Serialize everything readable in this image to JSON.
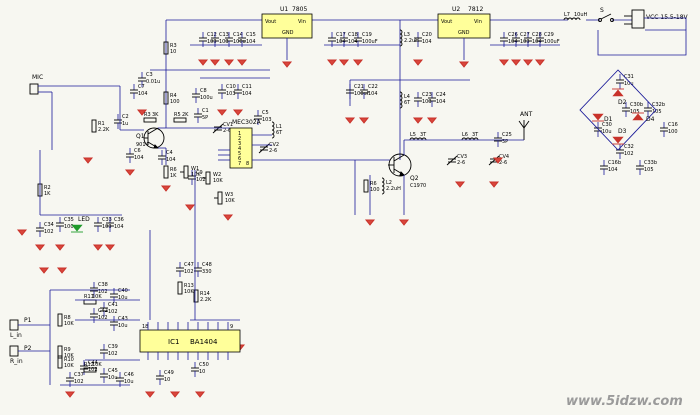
{
  "regulators": [
    {
      "ref": "U1",
      "part": "7805",
      "vout": "Vout",
      "vin": "Vin",
      "gnd": "GND"
    },
    {
      "ref": "U2",
      "part": "7812",
      "vout": "Vout",
      "vin": "Vin",
      "gnd": "GND"
    }
  ],
  "main_ics": {
    "ic1": {
      "ref": "IC1",
      "part": "BA1404",
      "pin_first": "18",
      "pin_last": "9"
    },
    "mic_ic": {
      "ref": "MEC302A",
      "pins": [
        "1",
        "2",
        "3",
        "4",
        "5",
        "6",
        "7",
        "8"
      ]
    }
  },
  "connectors": {
    "mic": "MIC",
    "ant": "ANT",
    "vcc": "VCC 15.5-18V",
    "p1": "P1",
    "p1_label": "L_in",
    "p2": "P2",
    "p2_label": "R_in",
    "switch": "S"
  },
  "transistors": [
    {
      "ref": "Q1",
      "part": "9014"
    },
    {
      "ref": "Q2",
      "part": "C1970"
    }
  ],
  "diodes": [
    "D1",
    "D2",
    "D3",
    "D4"
  ],
  "led": "LED",
  "resistors": [
    {
      "ref": "R3",
      "value": "10"
    },
    {
      "ref": "R4",
      "value": "100"
    },
    {
      "ref": "R5",
      "value": "2K"
    },
    {
      "ref": "R1",
      "value": "2.2K"
    },
    {
      "ref": "R3",
      "value": "3K"
    },
    {
      "ref": "R6",
      "value": "1K"
    },
    {
      "ref": "R2",
      "value": "1K"
    },
    {
      "ref": "R8",
      "value": "10K"
    },
    {
      "ref": "R13",
      "value": "10K"
    },
    {
      "ref": "R14",
      "value": "2.2K"
    },
    {
      "ref": "R9",
      "value": "10K"
    },
    {
      "ref": "R10",
      "value": "10K"
    },
    {
      "ref": "R11",
      "value": "10K"
    },
    {
      "ref": "R12",
      "value": "10K"
    },
    {
      "ref": "R6",
      "value": "100"
    }
  ],
  "inductors": [
    {
      "ref": "L7",
      "value": "10uH"
    },
    {
      "ref": "L3",
      "value": "2.2uH"
    },
    {
      "ref": "L4",
      "value": "6T"
    },
    {
      "ref": "L5",
      "value": "3T"
    },
    {
      "ref": "L6",
      "value": "3T"
    },
    {
      "ref": "L1",
      "value": "6T"
    },
    {
      "ref": "L2",
      "value": "2.2uH"
    }
  ],
  "trimmers": [
    {
      "ref": "CV1",
      "value": "2-6"
    },
    {
      "ref": "CV2",
      "value": "2-6"
    },
    {
      "ref": "CV3",
      "value": "2-6"
    },
    {
      "ref": "CV4",
      "value": "2-6"
    },
    {
      "ref": "W1",
      "value": "10K"
    },
    {
      "ref": "W2",
      "value": "10K"
    },
    {
      "ref": "W3",
      "value": "10K"
    }
  ],
  "capacitors": [
    {
      "ref": "C12",
      "value": "103"
    },
    {
      "ref": "C13",
      "value": "103"
    },
    {
      "ref": "C14",
      "value": "100u"
    },
    {
      "ref": "C15",
      "value": "104"
    },
    {
      "ref": "C17",
      "value": "104"
    },
    {
      "ref": "C18",
      "value": "104"
    },
    {
      "ref": "C19",
      "value": "100uF"
    },
    {
      "ref": "C20",
      "value": "104"
    },
    {
      "ref": "C26",
      "value": "104"
    },
    {
      "ref": "C27",
      "value": "103"
    },
    {
      "ref": "C28",
      "value": "104"
    },
    {
      "ref": "C29",
      "value": "100uF"
    },
    {
      "ref": "C3",
      "value": "0.01u"
    },
    {
      "ref": "C7",
      "value": "104"
    },
    {
      "ref": "C2",
      "value": "1u"
    },
    {
      "ref": "C4",
      "value": "104"
    },
    {
      "ref": "C6",
      "value": "104"
    },
    {
      "ref": "C8",
      "value": "100u"
    },
    {
      "ref": "C10",
      "value": "103"
    },
    {
      "ref": "C11",
      "value": "104"
    },
    {
      "ref": "C9",
      "value": "102"
    },
    {
      "ref": "C5",
      "value": "103"
    },
    {
      "ref": "C21",
      "value": "100uF"
    },
    {
      "ref": "C22",
      "value": "104"
    },
    {
      "ref": "C23",
      "value": "103"
    },
    {
      "ref": "C24",
      "value": "104"
    },
    {
      "ref": "C25",
      "value": "5P"
    },
    {
      "ref": "C1",
      "value": "5P"
    },
    {
      "ref": "C34",
      "value": "102"
    },
    {
      "ref": "C35",
      "value": "100u"
    },
    {
      "ref": "C33",
      "value": "103"
    },
    {
      "ref": "C36",
      "value": "104"
    },
    {
      "ref": "C47",
      "value": "102"
    },
    {
      "ref": "C48",
      "value": "330"
    },
    {
      "ref": "C38",
      "value": "102"
    },
    {
      "ref": "C40",
      "value": "10u"
    },
    {
      "ref": "C41",
      "value": "102"
    },
    {
      "ref": "C42",
      "value": "102"
    },
    {
      "ref": "C43",
      "value": "10u"
    },
    {
      "ref": "C39",
      "value": "102"
    },
    {
      "ref": "C44",
      "value": "102"
    },
    {
      "ref": "C45",
      "value": "10u"
    },
    {
      "ref": "C46",
      "value": "10u"
    },
    {
      "ref": "C37",
      "value": "102"
    },
    {
      "ref": "C30",
      "value": "10u"
    },
    {
      "ref": "C31",
      "value": "10u"
    },
    {
      "ref": "C32",
      "value": "102"
    },
    {
      "ref": "C50",
      "value": "10"
    },
    {
      "ref": "C49",
      "value": "10"
    },
    {
      "ref": "C16",
      "value": "100"
    },
    {
      "ref": "C16b",
      "value": "104"
    },
    {
      "ref": "C33b",
      "value": "105"
    },
    {
      "ref": "C32b",
      "value": "105"
    },
    {
      "ref": "C30b",
      "value": "105"
    }
  ],
  "watermark": "www.5idzw.com"
}
